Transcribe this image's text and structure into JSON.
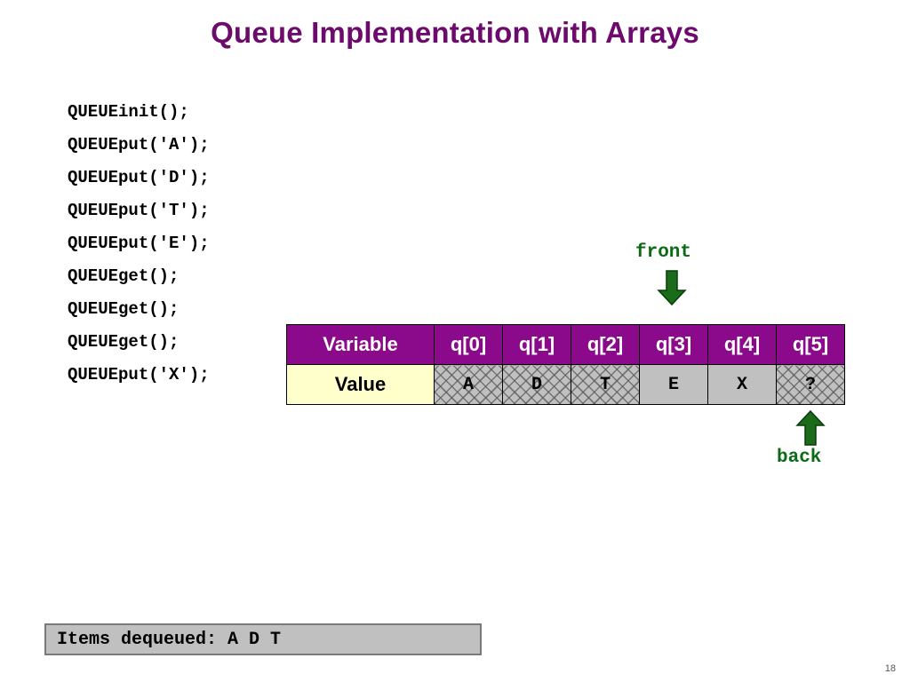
{
  "slide": {
    "title": "Queue Implementation with Arrays",
    "page_number": "18",
    "title_color": "#6d0b6d",
    "header_color": "#8b0a8b",
    "value_label_color": "#ffffcc",
    "cell_color": "#c0c0c0",
    "pointer_color": "#0a6b14"
  },
  "code": {
    "lines": [
      "QUEUEinit();",
      "QUEUEput('A');",
      "QUEUEput('D');",
      "QUEUEput('T');",
      "QUEUEput('E');",
      "QUEUEget();",
      "QUEUEget();",
      "QUEUEget();",
      "QUEUEput('X');"
    ]
  },
  "table": {
    "row_headers": [
      "Variable",
      "Value"
    ],
    "columns": [
      "q[0]",
      "q[1]",
      "q[2]",
      "q[3]",
      "q[4]",
      "q[5]"
    ],
    "values": [
      "A",
      "D",
      "T",
      "E",
      "X",
      "?"
    ],
    "hatched": [
      true,
      true,
      true,
      false,
      false,
      true
    ]
  },
  "pointers": {
    "front": {
      "label": "front",
      "column": "q[3]",
      "direction": "down"
    },
    "back": {
      "label": "back",
      "column": "q[5]",
      "direction": "up"
    }
  },
  "status": {
    "text": "Items dequeued: A D T"
  }
}
